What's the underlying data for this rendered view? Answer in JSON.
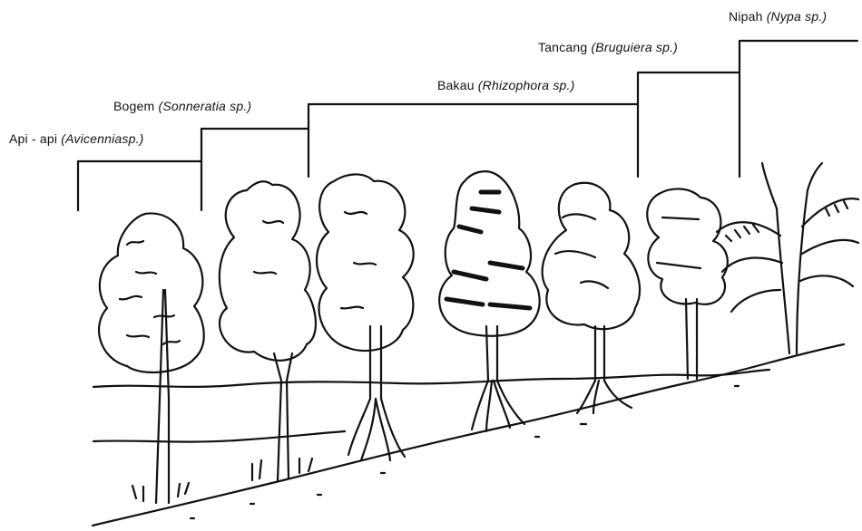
{
  "zones": [
    {
      "name": "Api - api",
      "scientific": "(Avicenniasp.)"
    },
    {
      "name": "Bogem",
      "scientific": "(Sonneratia sp.)"
    },
    {
      "name": "Bakau",
      "scientific": "(Rhizophora sp.)"
    },
    {
      "name": "Tancang",
      "scientific": "(Bruguiera sp.)"
    },
    {
      "name": "Nipah",
      "scientific": "(Nypa sp.)"
    }
  ],
  "colors": {
    "ink": "#111111",
    "paper": "#ffffff"
  }
}
